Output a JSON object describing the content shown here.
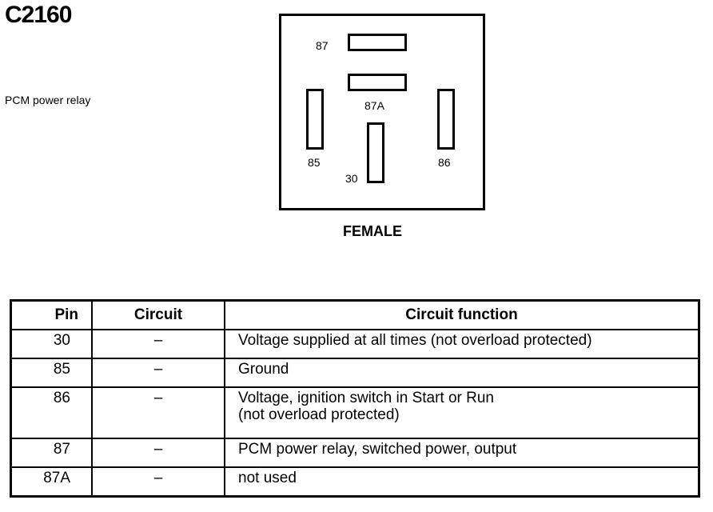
{
  "connector": {
    "id": "C2160",
    "description": "PCM power relay",
    "view": "FEMALE",
    "terminals": {
      "t87": "87",
      "t87a": "87A",
      "t85": "85",
      "t86": "86",
      "t30": "30"
    }
  },
  "table": {
    "headers": {
      "pin": "Pin",
      "circuit": "Circuit",
      "function": "Circuit function"
    },
    "rows": [
      {
        "pin": "30",
        "circuit": "–",
        "function": "Voltage supplied at all times (not overload protected)"
      },
      {
        "pin": "85",
        "circuit": "–",
        "function": "Ground"
      },
      {
        "pin": "86",
        "circuit": "–",
        "function": "Voltage, ignition switch in Start or Run\n(not overload protected)"
      },
      {
        "pin": "87",
        "circuit": "–",
        "function": "PCM power relay, switched power, output"
      },
      {
        "pin": "87A",
        "circuit": "–",
        "function": "not used"
      }
    ]
  }
}
